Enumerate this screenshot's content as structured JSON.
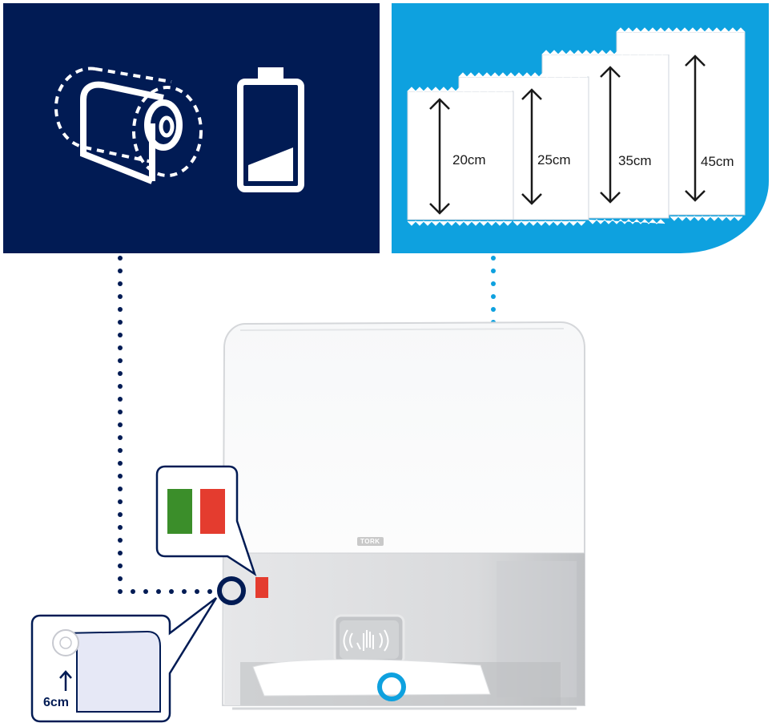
{
  "towel_lengths": {
    "options": [
      "20cm",
      "25cm",
      "35cm",
      "45cm"
    ]
  },
  "towel_callout": {
    "distance_label": "6cm"
  },
  "dispenser": {
    "brand_label": "TORK"
  },
  "colors": {
    "navy": "#011b54",
    "blue": "#0ea1df",
    "led_green": "#3b8e2a",
    "led_red": "#e43c2f"
  },
  "icons": [
    "towel-roll-icon",
    "battery-icon",
    "hand-sensor-icon",
    "chevron-up-arrow-icon"
  ]
}
